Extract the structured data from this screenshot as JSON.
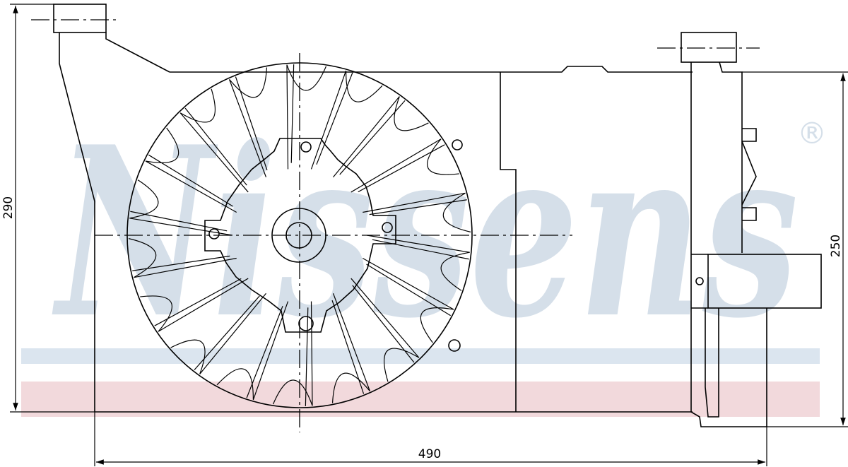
{
  "drawing": {
    "watermark": {
      "brand": "Nissens",
      "registered_mark": "®",
      "colors": {
        "text": "#d5dfe9",
        "band_blue": "#dbe5ef",
        "band_pink": "#f2d9dc"
      }
    },
    "dimensions": {
      "overall_height": "290",
      "shroud_height": "250",
      "overall_width": "490"
    },
    "line_color": "#000000"
  }
}
